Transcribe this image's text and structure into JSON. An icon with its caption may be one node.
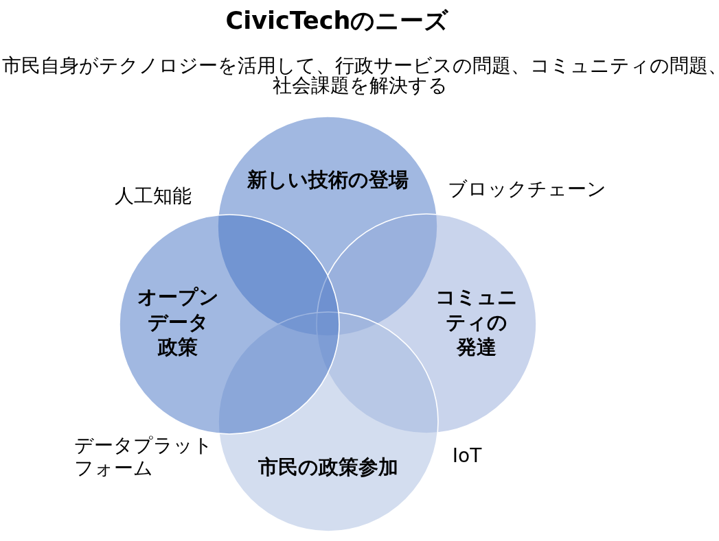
{
  "diagram": {
    "title": "CivicTechのニーズ",
    "nodes": [
      {
        "text": [
          "新しい技術の登場"
        ]
      },
      {
        "text": [
          "オープンデータ政策"
        ]
      },
      {
        "text": [
          "コミュニティの発達"
        ]
      },
      {
        "text": [
          "市民の政策参加"
        ]
      }
    ],
    "labels": [
      "市民自身がテクノロジーを活用して、行政サービスの問題、コミュニティの問題、社会課題を解決する",
      "人工知能",
      "ブロックチェーン",
      "データプラットフォーム",
      "IoT"
    ]
  }
}
